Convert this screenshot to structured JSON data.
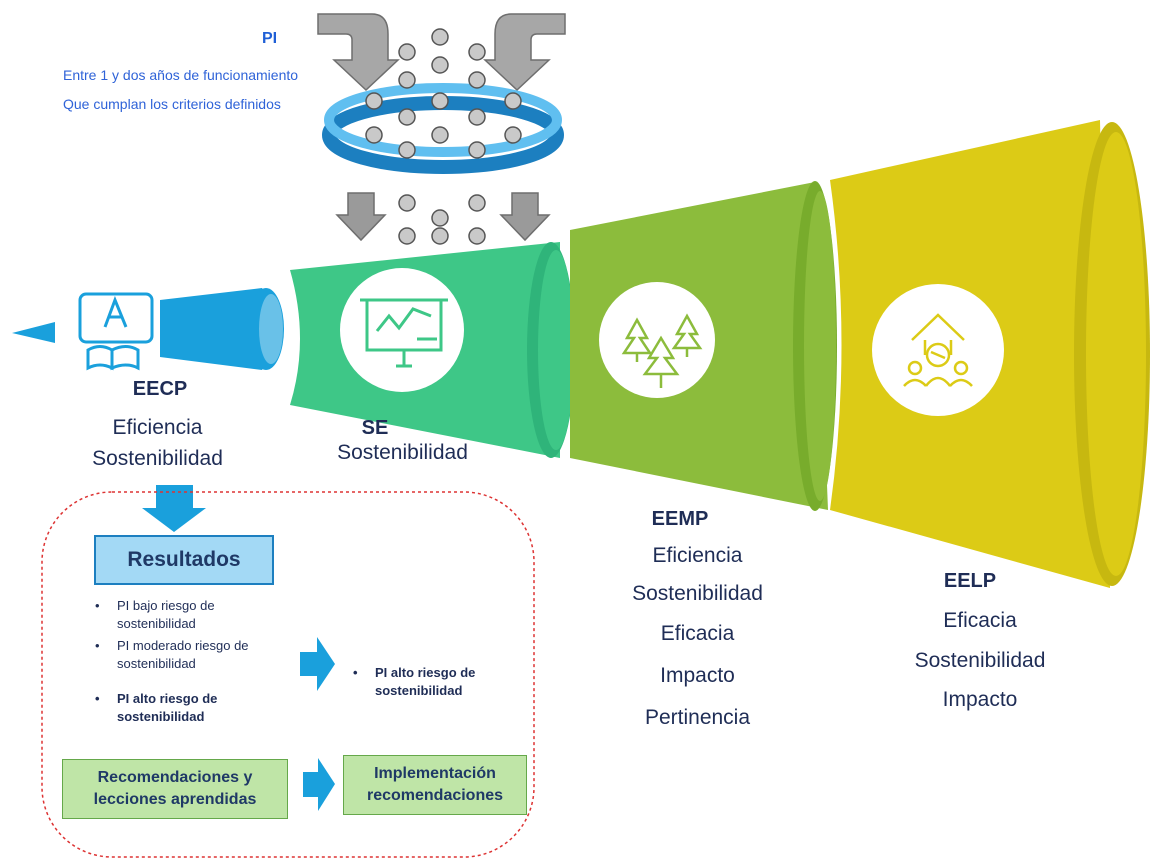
{
  "pi": {
    "title": "PI",
    "line1": "Entre 1 y dos años de funcionamiento",
    "line2": "Que cumplan los criterios definidos"
  },
  "stages": {
    "eecp": {
      "title": "EECP",
      "lines": [
        "Eficiencia",
        "Sostenibilidad"
      ],
      "icon": "learning-screen-book-icon"
    },
    "se": {
      "title": "SE",
      "lines": [
        "Sostenibilidad"
      ],
      "icon": "presentation-chart-icon"
    },
    "eemp": {
      "title": "EEMP",
      "lines": [
        "Eficiencia",
        "Sostenibilidad",
        "Eficacia",
        "Impacto",
        "Pertinencia"
      ],
      "icon": "trees-icon"
    },
    "eelp": {
      "title": "EELP",
      "lines": [
        "Eficacia",
        "Sostenibilidad",
        "Impacto"
      ],
      "icon": "people-growth-arrow-icon"
    }
  },
  "results": {
    "title": "Resultados",
    "bullets": [
      "PI bajo riesgo de sostenibilidad",
      "PI moderado riesgo de sostenibilidad",
      "PI alto riesgo de sostenibilidad"
    ],
    "selected_bullet": "PI alto riesgo de sostenibilidad"
  },
  "recommendations": {
    "left": "Recomendaciones y lecciones aprendidas",
    "right": "Implementación recomendaciones"
  },
  "colors": {
    "blue": "#1aa0dc",
    "teal": "#3ec787",
    "green": "#8cbc3c",
    "yellow": "#dccb16",
    "title_dark": "#1f2d56",
    "pi_blue": "#1f5fd6"
  }
}
